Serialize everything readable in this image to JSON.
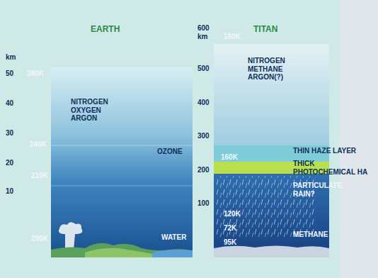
{
  "diagram": {
    "labels": [
      "EARTH",
      "TITAN",
      "km",
      "50",
      "280K",
      "40",
      "30",
      "240K",
      "20",
      "210K",
      "10",
      "290K",
      "NITROGEN OXYGEN ARGON",
      "OZONE",
      "WATER",
      "600",
      "km",
      "160K",
      "500",
      "NITROGEN METHANE ARGON(?)",
      "400",
      "300",
      "THIN HAZE LAYER",
      "200",
      "160K",
      "THICK PHOTOCHEMICAL HA",
      "100",
      "PARTICULATE RAIN?",
      "120K",
      "72K",
      "95K",
      "METHANE"
    ]
  }
}
